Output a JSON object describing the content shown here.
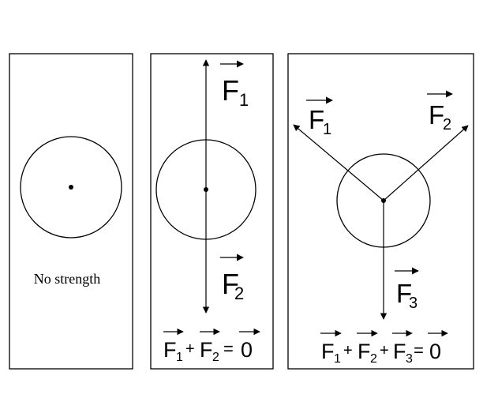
{
  "panels": [
    {
      "caption": "No strength"
    },
    {
      "forces": [
        {
          "letter": "F",
          "sub": "1"
        },
        {
          "letter": "F",
          "sub": "2"
        }
      ],
      "equation": {
        "t1_letter": "F",
        "t1_sub": "1",
        "plus": "+",
        "t2_letter": "F",
        "t2_sub": "2",
        "eq": "=",
        "zero": "0"
      }
    },
    {
      "forces": [
        {
          "letter": "F",
          "sub": "1"
        },
        {
          "letter": "F",
          "sub": "2"
        },
        {
          "letter": "F",
          "sub": "3"
        }
      ],
      "equation": {
        "t1_letter": "F",
        "t1_sub": "1",
        "plus1": "+",
        "t2_letter": "F",
        "t2_sub": "2",
        "plus2": "+",
        "t3_letter": "F",
        "t3_sub": "3",
        "eq": "=",
        "zero": "0"
      }
    }
  ],
  "colors": {
    "stroke": "#000000",
    "background": "#ffffff"
  }
}
